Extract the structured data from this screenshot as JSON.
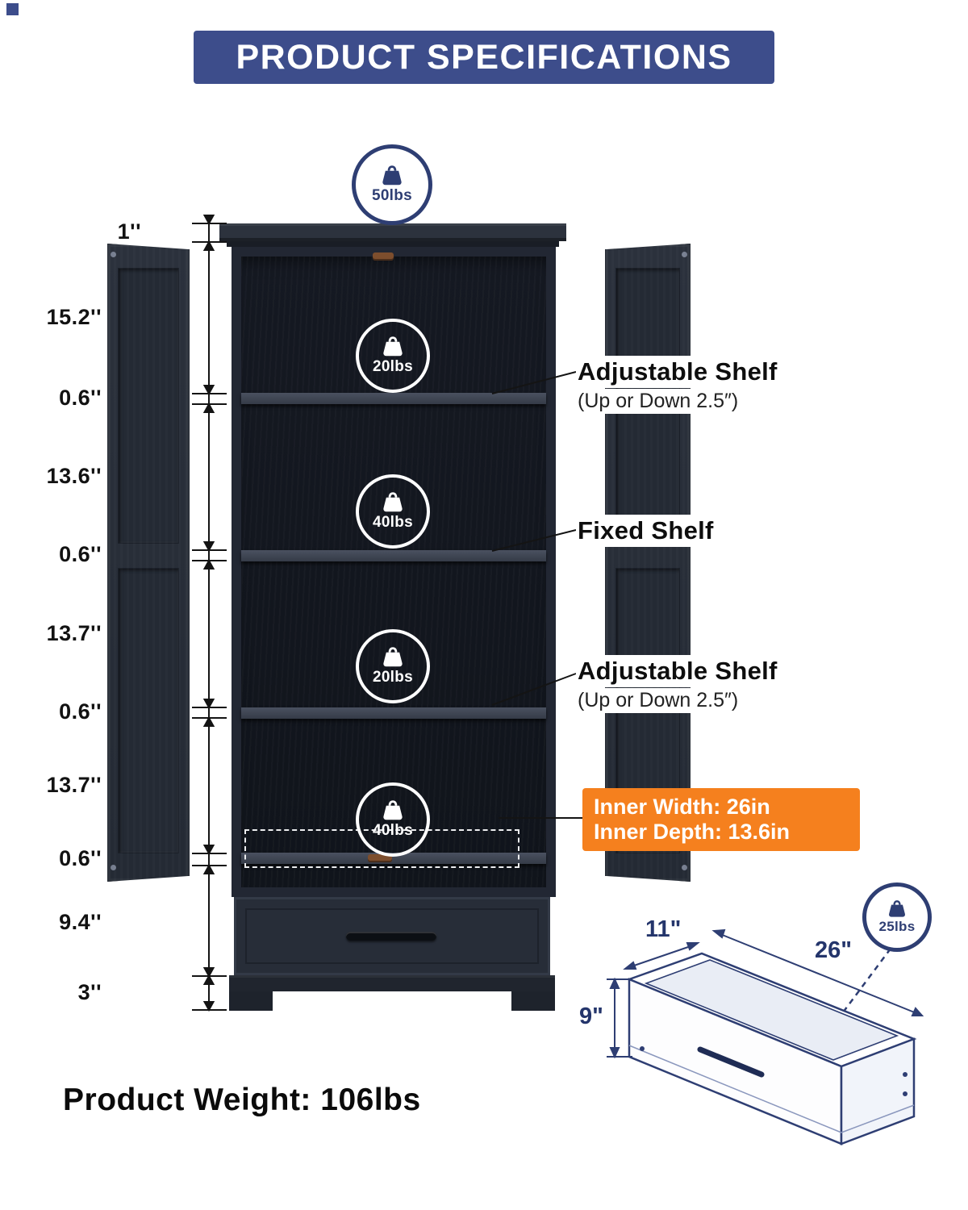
{
  "header": {
    "title": "PRODUCT SPECIFICATIONS"
  },
  "badges": {
    "icon_name": "weight-icon",
    "top": {
      "label": "50lbs"
    },
    "shelf_badges": [
      {
        "label": "20lbs"
      },
      {
        "label": "40lbs"
      },
      {
        "label": "20lbs"
      },
      {
        "label": "40lbs"
      }
    ],
    "drawer": {
      "label": "25lbs"
    }
  },
  "left_dimensions": [
    {
      "label": "1''"
    },
    {
      "label": "15.2''"
    },
    {
      "label": "0.6''"
    },
    {
      "label": "13.6''"
    },
    {
      "label": "0.6''"
    },
    {
      "label": "13.7''"
    },
    {
      "label": "0.6''"
    },
    {
      "label": "13.7''"
    },
    {
      "label": "0.6''"
    },
    {
      "label": "9.4''"
    },
    {
      "label": "3''"
    }
  ],
  "callouts": [
    {
      "title": "Adjustable Shelf",
      "subtitle": "(Up or Down 2.5″)"
    },
    {
      "title": "Fixed Shelf",
      "subtitle": ""
    },
    {
      "title": "Adjustable Shelf",
      "subtitle": "(Up or Down 2.5″)"
    }
  ],
  "inner_dimensions": {
    "line1": "Inner Width: 26in",
    "line2": "Inner Depth: 13.6in"
  },
  "drawer_dimensions": {
    "depth": "11\"",
    "height": "9\"",
    "width": "26\""
  },
  "footer": {
    "product_weight": "Product Weight: 106lbs"
  },
  "colors": {
    "banner_bg": "#3d4d8b",
    "accent_orange": "#f5801e",
    "navy": "#2e3e73",
    "cabinet_dark": "#262c36"
  }
}
